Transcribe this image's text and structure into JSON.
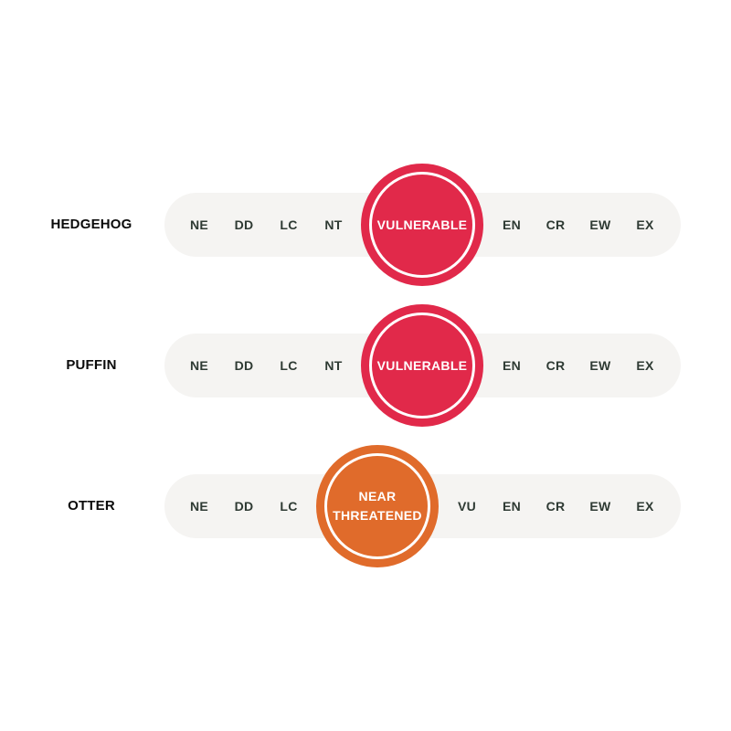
{
  "rows": [
    {
      "species": "HEDGEHOG",
      "categories": [
        "NE",
        "DD",
        "LC",
        "NT",
        "EN",
        "CR",
        "EW",
        "EX"
      ],
      "status": {
        "line1": "VULNERABLE",
        "line2": "",
        "color": "#e1294a"
      }
    },
    {
      "species": "PUFFIN",
      "categories": [
        "NE",
        "DD",
        "LC",
        "NT",
        "EN",
        "CR",
        "EW",
        "EX"
      ],
      "status": {
        "line1": "VULNERABLE",
        "line2": "",
        "color": "#e1294a"
      }
    },
    {
      "species": "OTTER",
      "categories": [
        "NE",
        "DD",
        "LC",
        "VU",
        "EN",
        "CR",
        "EW",
        "EX"
      ],
      "status": {
        "line1": "NEAR",
        "line2": "THREATENED",
        "color": "#e06b2b"
      }
    }
  ]
}
